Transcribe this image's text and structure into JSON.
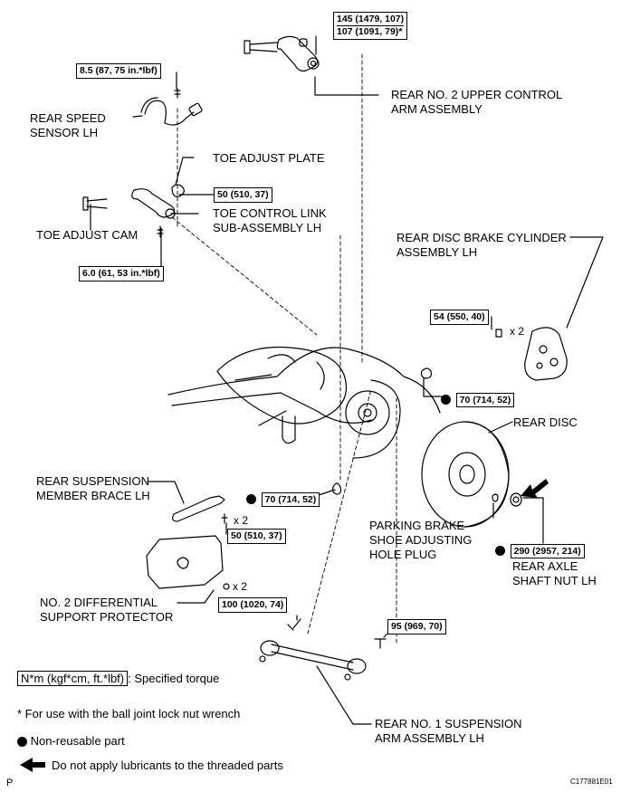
{
  "labels": {
    "upper_arm_1": "REAR NO. 2 UPPER CONTROL",
    "upper_arm_2": "ARM ASSEMBLY",
    "speed_sensor_1": "REAR SPEED",
    "speed_sensor_2": "SENSOR LH",
    "toe_plate": "TOE ADJUST PLATE",
    "toe_link_1": "TOE CONTROL LINK",
    "toe_link_2": "SUB-ASSEMBLY LH",
    "toe_cam": "TOE ADJUST CAM",
    "brake_cyl_1": "REAR DISC BRAKE CYLINDER",
    "brake_cyl_2": "ASSEMBLY LH",
    "rear_disc": "REAR DISC",
    "brace_1": "REAR SUSPENSION",
    "brace_2": "MEMBER BRACE LH",
    "pb_plug_1": "PARKING BRAKE",
    "pb_plug_2": "SHOE ADJUSTING",
    "pb_plug_3": "HOLE PLUG",
    "axle_nut_1": "REAR AXLE",
    "axle_nut_2": "SHAFT NUT LH",
    "diff_1": "NO. 2 DIFFERENTIAL",
    "diff_2": "SUPPORT PROTECTOR",
    "lower_arm_1": "REAR NO. 1 SUSPENSION",
    "lower_arm_2": "ARM ASSEMBLY LH",
    "times2": "x 2"
  },
  "torques": {
    "upper_a": "145 (1479, 107)",
    "upper_b": "107 (1091, 79)*",
    "sensor": "8.5 (87, 75 in.*lbf)",
    "toe_plate": "50 (510, 37)",
    "toe_lower": "6.0 (61, 53 in.*lbf)",
    "caliper": "54 (550, 40)",
    "knuckle": "70 (714, 52)",
    "knuckle_low": "70 (714, 52)",
    "brace": "50 (510, 37)",
    "axle_nut": "290 (2957, 214)",
    "lower_in": "100 (1020, 74)",
    "lower_out": "95 (969, 70)"
  },
  "legend": {
    "unit_box": "N*m (kgf*cm, ft.*lbf)",
    "unit_desc": ": Specified torque",
    "note_star": "* For use with the ball joint lock nut wrench",
    "note_dot": "Non-reusable part",
    "note_arrow": "Do not apply lubricants to the threaded parts"
  },
  "footer": {
    "left": "P",
    "right": "C177881E01"
  }
}
